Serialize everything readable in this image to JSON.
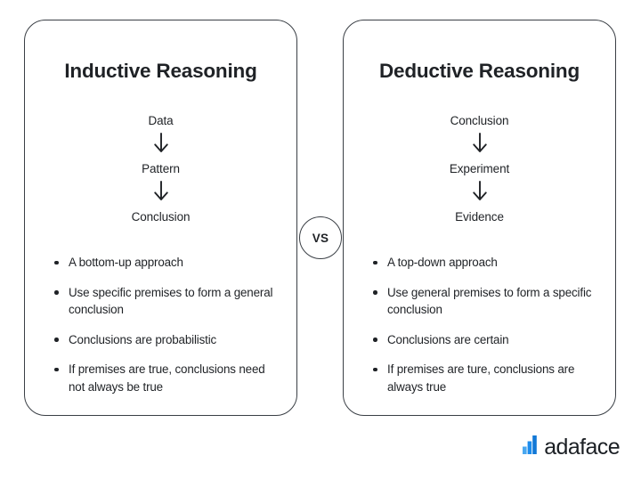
{
  "background_color": "#ffffff",
  "text_color": "#1f2226",
  "border_color": "#3a3f45",
  "center_badge": {
    "label": "VS"
  },
  "columns": [
    {
      "id": "inductive",
      "title": "Inductive Reasoning",
      "flow": {
        "steps": [
          "Data",
          "Pattern",
          "Conclusion"
        ],
        "arrow_glyph": "↓"
      },
      "bullets": [
        "A bottom-up approach",
        "Use specific premises to form a general conclusion",
        "Conclusions are probabilistic",
        "If premises are true, conclusions need not always be true"
      ]
    },
    {
      "id": "deductive",
      "title": "Deductive Reasoning",
      "flow": {
        "steps": [
          "Conclusion",
          "Experiment",
          "Evidence"
        ],
        "arrow_glyph": "↓"
      },
      "bullets": [
        "A top-down approach",
        "Use general premises to form a specific conclusion",
        "Conclusions are certain",
        "If premises are ture, conclusions are always true"
      ]
    }
  ],
  "logo": {
    "text": "adaface",
    "mark_color": "#1d8ded",
    "text_color": "#1b1f24"
  }
}
